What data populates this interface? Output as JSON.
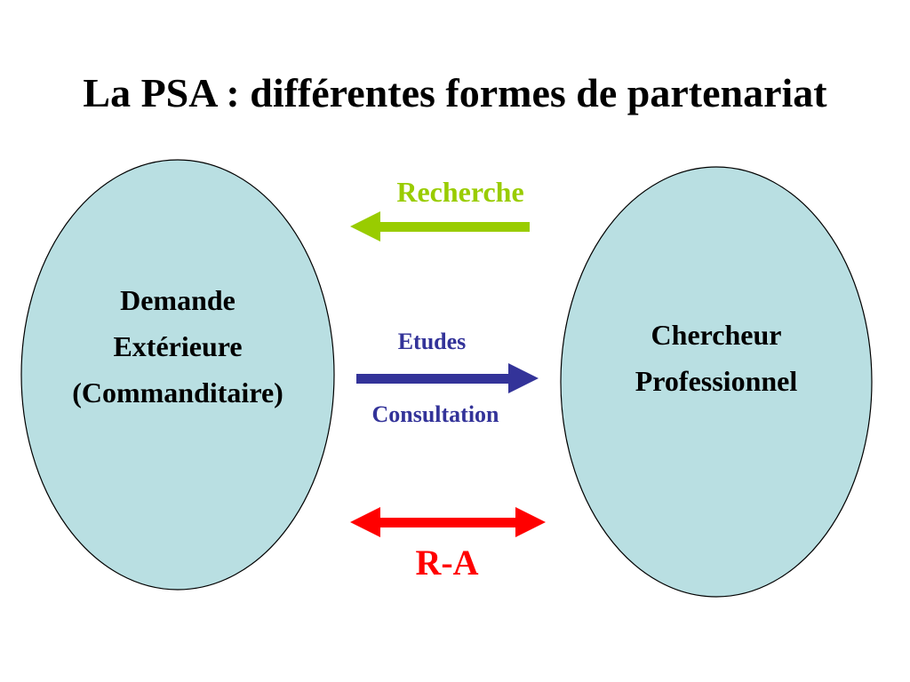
{
  "title": "La PSA : différentes formes de partenariat",
  "nodes": {
    "left": {
      "lines": [
        "Demande",
        "Extérieure",
        "(Commanditaire)"
      ],
      "fill": "#b9dfe2",
      "stroke": "#000000"
    },
    "right": {
      "lines": [
        "Chercheur",
        "Professionnel"
      ],
      "fill": "#b9dfe2",
      "stroke": "#000000"
    }
  },
  "arrows": {
    "recherche": {
      "label": "Recherche",
      "color": "#99cc00",
      "direction": "right-to-left"
    },
    "etudes": {
      "label_top": "Etudes",
      "label_bottom": "Consultation",
      "color": "#333399",
      "direction": "left-to-right"
    },
    "ra": {
      "label": "R-A",
      "color": "#ff0000",
      "direction": "both"
    }
  }
}
